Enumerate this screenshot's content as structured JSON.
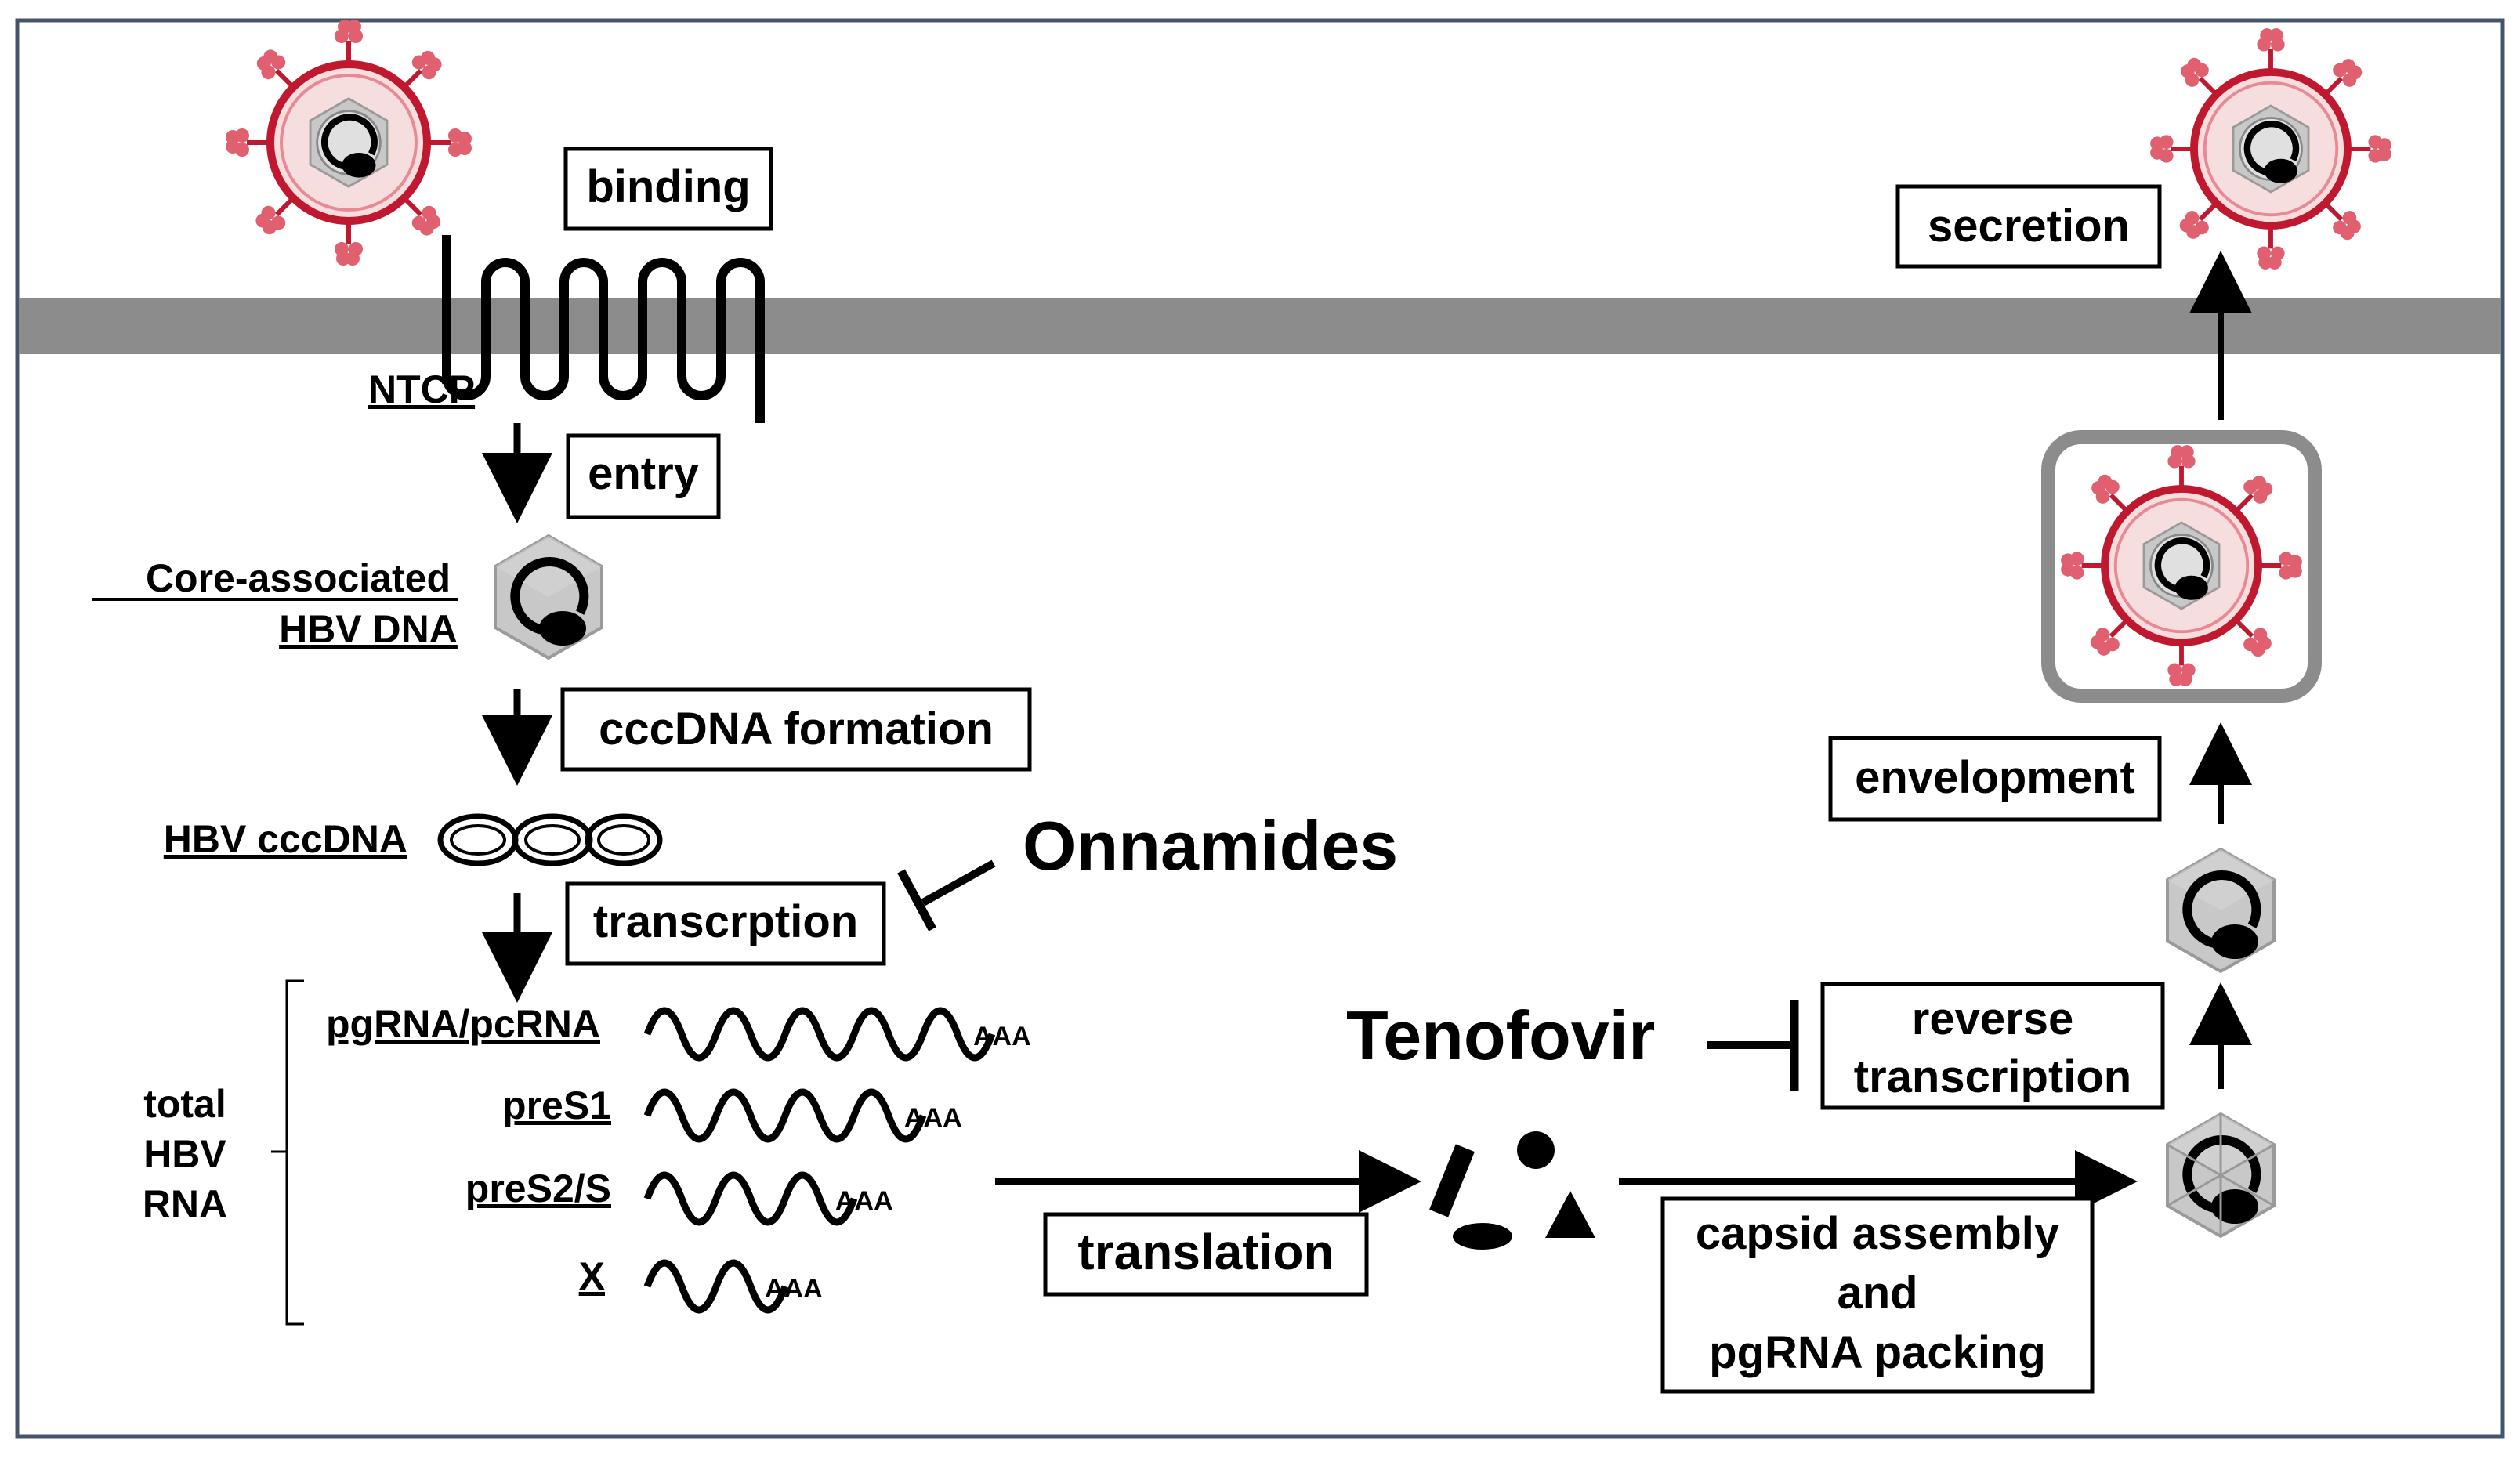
{
  "labels": {
    "binding": "binding",
    "ntcp": "NTCP",
    "entry": "entry",
    "core_dna_line1": "Core-associated",
    "core_dna_line2": "HBV DNA",
    "cccdna_formation": "cccDNA formation",
    "hbv_cccdna": "HBV cccDNA",
    "transcription": "transcrption",
    "onnamides": "Onnamides",
    "total_rna_line1": "total",
    "total_rna_line2": "HBV",
    "total_rna_line3": "RNA",
    "rna_pg": "pgRNA/pcRNA",
    "rna_pres1": "preS1",
    "rna_pres2": "preS2/S",
    "rna_x": "X",
    "polya": "AAA",
    "translation": "translation",
    "tenofovir": "Tenofovir",
    "reverse_transcription_line1": "reverse",
    "reverse_transcription_line2": "transcription",
    "capsid_line1": "capsid assembly",
    "capsid_line2": "and",
    "capsid_line3": "pgRNA packing",
    "envelopment": "envelopment",
    "secretion": "secretion"
  },
  "colors": {
    "virus_envelope": "#c0182f",
    "virus_spike": "#e06070",
    "membrane": "#8c8c8c",
    "capsid": "#c8c8c8"
  }
}
